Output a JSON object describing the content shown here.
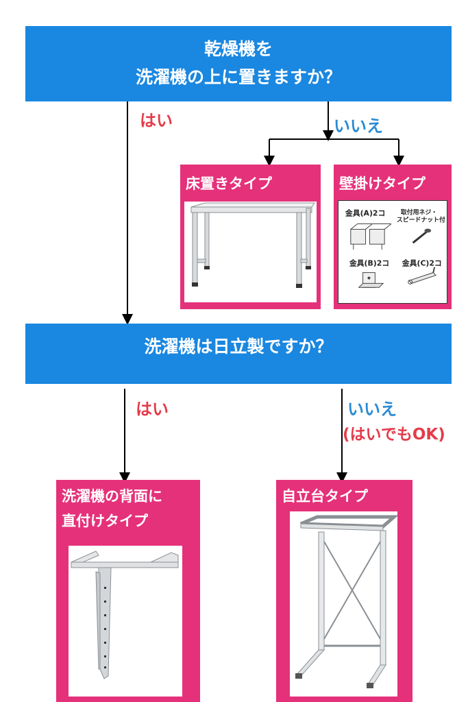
{
  "question1": {
    "line1": "乾燥機を",
    "line2": "洗濯機の上に置きますか？"
  },
  "question1_yes": "はい",
  "question1_no": "いいえ",
  "option_floor": {
    "title": "床置きタイプ"
  },
  "option_wall": {
    "title": "壁掛けタイプ",
    "parts": {
      "a": "金具(A)2コ",
      "screw_line1": "取付用ネジ・",
      "screw_line2": "スピードナット付",
      "b": "金具(B)2コ",
      "c": "金具(C)2コ"
    }
  },
  "question2": {
    "line1": "洗濯機は日立製ですか？"
  },
  "question2_yes": "はい",
  "question2_no": "いいえ",
  "question2_no_note": "(はいでもOK)",
  "option_direct": {
    "title_line1": "洗濯機の背面に",
    "title_line2": "直付けタイプ"
  },
  "option_stand": {
    "title": "自立台タイプ"
  },
  "colors": {
    "question_bg": "#1a87e0",
    "card_bg": "#e5317a",
    "yes_text": "#e33c4a",
    "no_text": "#2a8bd4"
  }
}
